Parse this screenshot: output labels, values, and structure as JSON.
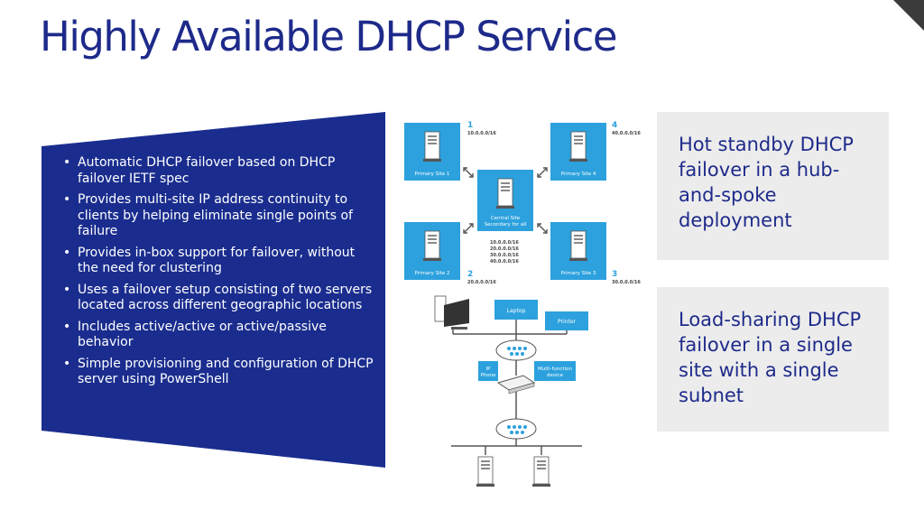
{
  "slide": {
    "title": "Highly Available DHCP Service",
    "bullets": [
      "Automatic DHCP failover based on DHCP failover IETF spec",
      "Provides multi-site IP address continuity to clients by helping eliminate single points of failure",
      "Provides in-box support for failover, without the need for clustering",
      "Uses a failover setup consisting of two servers located across different geographic locations",
      "Includes active/active or active/passive behavior",
      "Simple provisioning and configuration of DHCP server using PowerShell"
    ],
    "callouts": [
      "Hot standby DHCP failover in a hub-and-spoke deployment",
      "Load-sharing DHCP failover in a single site with a single subnet"
    ]
  },
  "hub_spoke": {
    "sites": [
      {
        "num": "1",
        "subnet": "10.0.0.0/16",
        "label": "Primary Site 1"
      },
      {
        "num": "4",
        "subnet": "40.0.0.0/16",
        "label": "Primary Site 4"
      },
      {
        "num": "2",
        "subnet": "20.0.0.0/16",
        "label": "Primary Site 2"
      },
      {
        "num": "3",
        "subnet": "30.0.0.0/16",
        "label": "Primary Site 3"
      }
    ],
    "central": {
      "line1": "Central Site",
      "line2": "Secondary for all"
    },
    "central_subnets": [
      "10.0.0.0/16",
      "20.0.0.0/16",
      "30.0.0.0/16",
      "40.0.0.0/16"
    ]
  },
  "single_site": {
    "laptop": "Laptop",
    "printer": "Printer",
    "ip_phone_1": "IP",
    "ip_phone_2": "Phone",
    "mfd_1": "Multi-function",
    "mfd_2": "device"
  },
  "colors": {
    "title": "#1e2a8a",
    "panel": "#1a2d8e",
    "tile": "#2ca1dd",
    "callout_bg": "#ececec"
  }
}
